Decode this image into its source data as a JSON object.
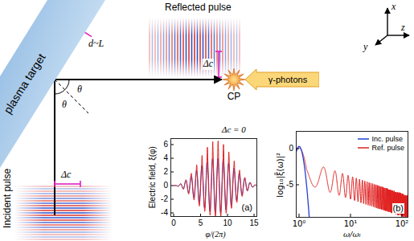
{
  "diagram": {
    "nodes": [
      {
        "text": [
          "plasma target"
        ]
      },
      {
        "text": [
          "CP"
        ]
      },
      {
        "text": [
          "γ-photons"
        ]
      },
      {
        "text": [
          "(a)"
        ]
      },
      {
        "text": [
          "(b)"
        ]
      }
    ],
    "edges": [
      {
        "from": 0,
        "to": 1,
        "arrow": "to"
      }
    ],
    "labels": [
      "d~L",
      "Incident pulse",
      "Δc",
      "Reflected pulse",
      "Δc",
      "θ",
      "θ",
      "x",
      "y",
      "z",
      "Δc = 0",
      "Electric field, ξ(φ)",
      "φ/(2π)",
      "0",
      "5",
      "10",
      "15",
      "6",
      "4",
      "2",
      "0",
      "-2",
      "-4",
      "log₁₀|ξ̃(ω)|²",
      "ω/ωₗ",
      "10⁰",
      "10¹",
      "10²",
      "0",
      "-5"
    ],
    "legend": [
      {
        "text": "Inc. pulse"
      },
      {
        "text": "Ref. pulse"
      }
    ]
  }
}
